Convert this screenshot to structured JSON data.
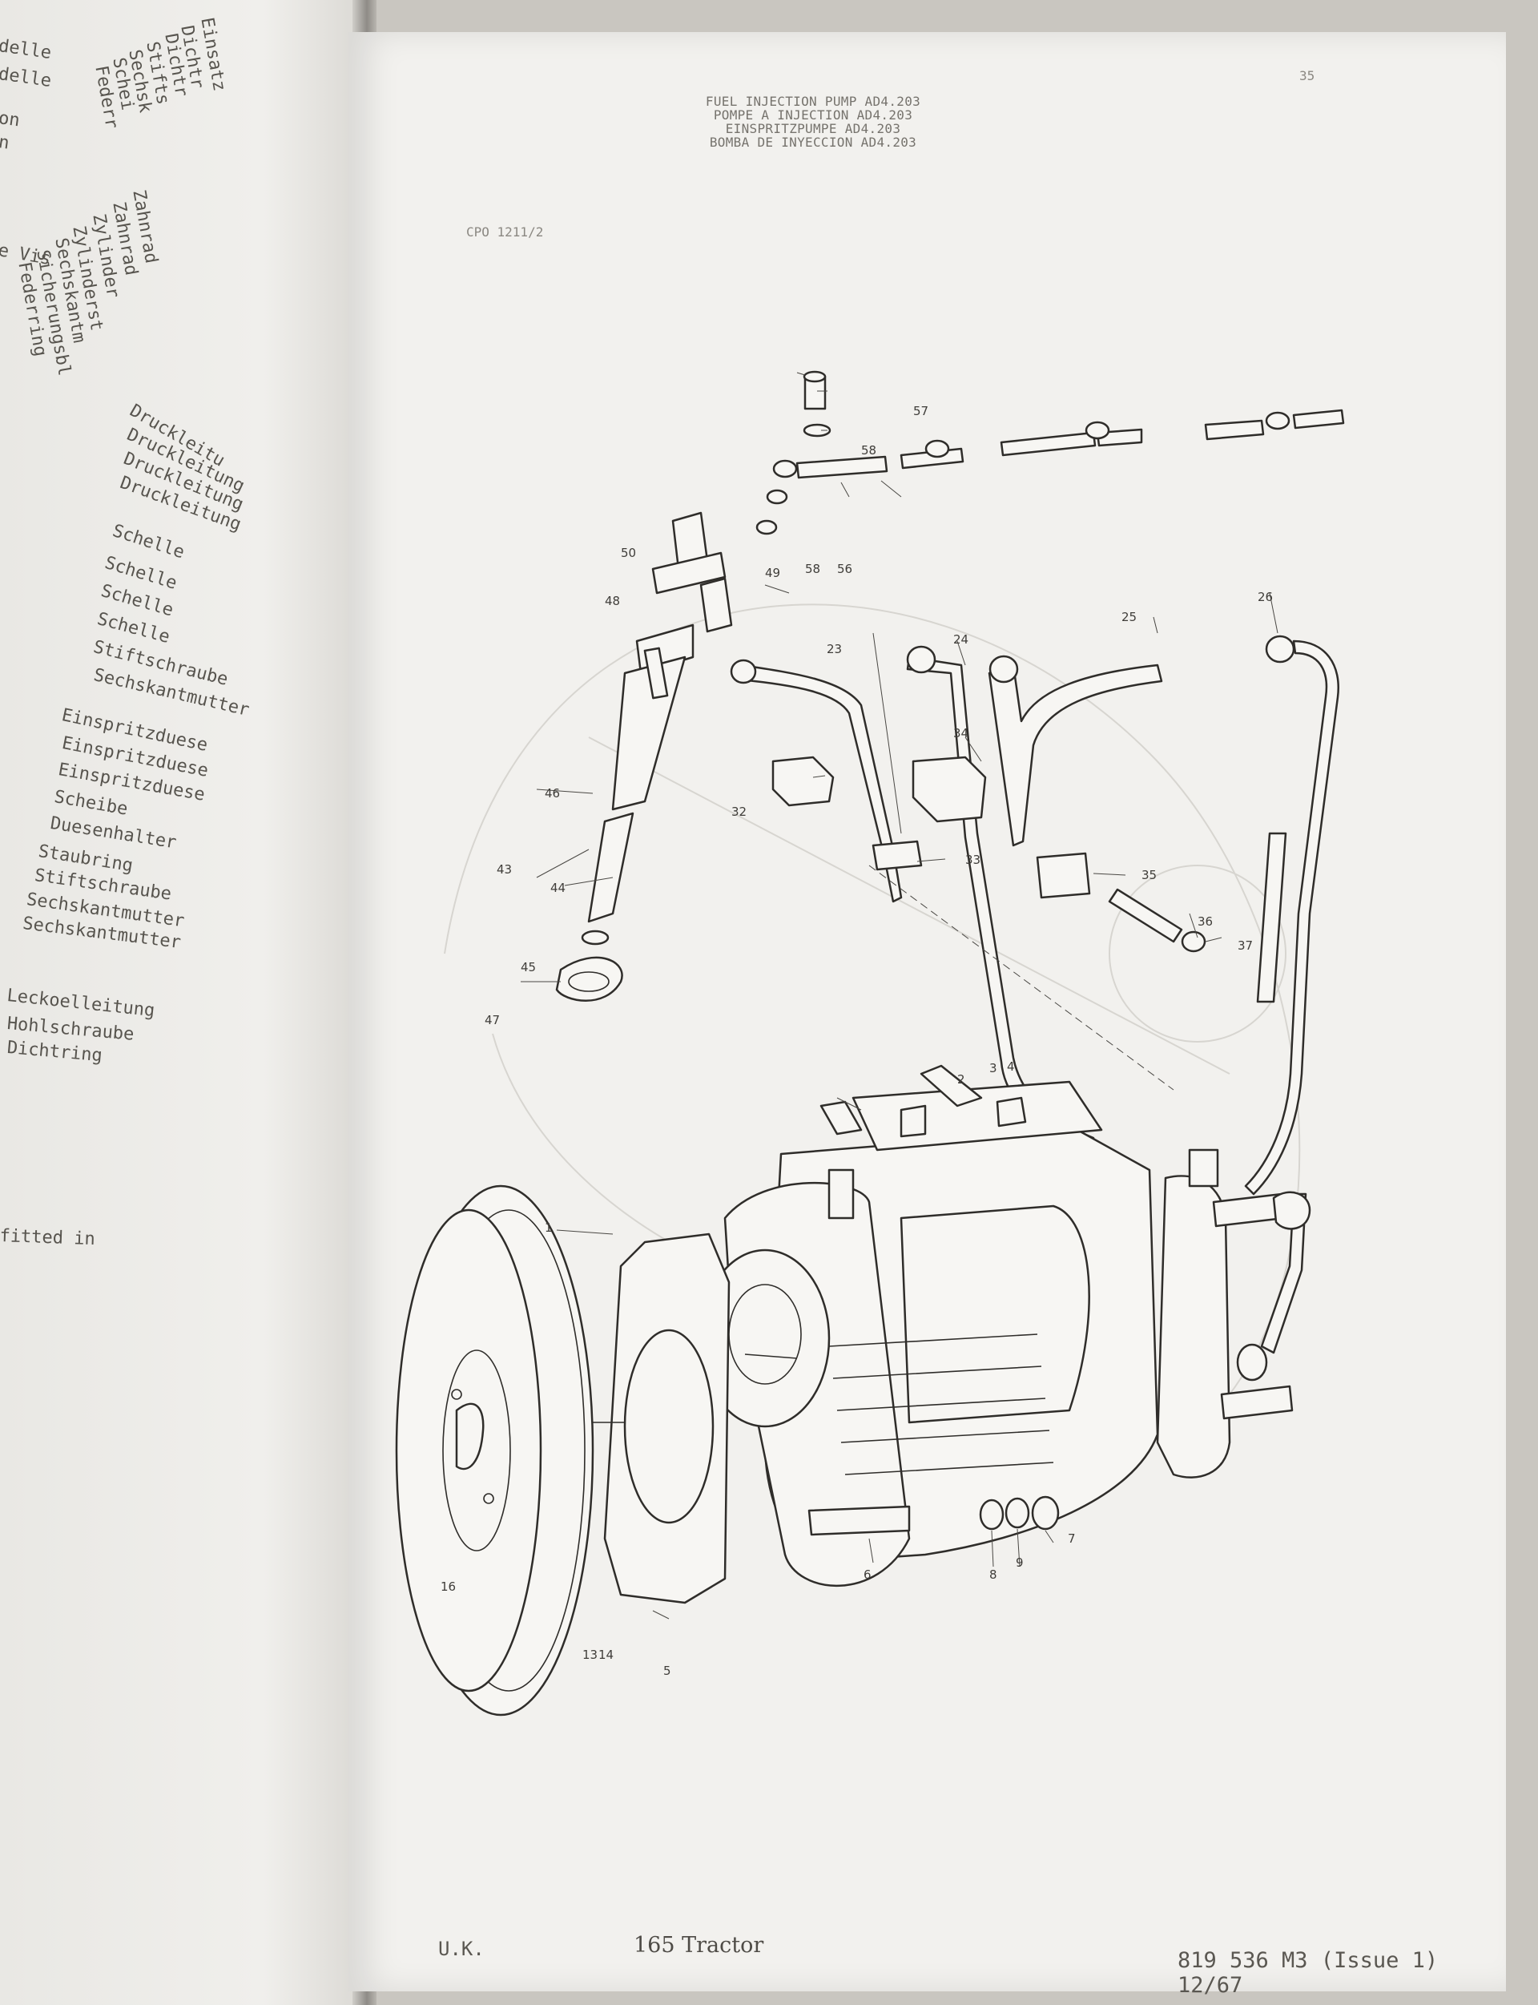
{
  "right_page": {
    "page_number": "35",
    "title_lines": [
      "FUEL INJECTION PUMP AD4.203",
      "POMPE A INJECTION AD4.203",
      "EINSPRITZPUMPE AD4.203",
      "BOMBA DE INYECCION AD4.203"
    ],
    "ref_code": "CPO 1211/2",
    "callouts": [
      "57",
      "58",
      "56",
      "58",
      "49",
      "50",
      "48",
      "23",
      "24",
      "25",
      "26",
      "34",
      "32",
      "33",
      "35",
      "36",
      "37",
      "46",
      "43",
      "44",
      "45",
      "47",
      "2",
      "3",
      "4",
      "1",
      "16",
      "13",
      "14",
      "5",
      "6",
      "8",
      "9",
      "7"
    ],
    "footer": {
      "left": "U.K.",
      "center": "165 Tractor",
      "right": "819 536 M3 (Issue 1) 12/67"
    }
  },
  "left_page": {
    "lines": [
      "Einsatz",
      "delle",
      "Dichtr",
      "delle",
      "Dichtr",
      "on",
      "Stifts",
      "n",
      "Sechsk",
      "Schei",
      "Federr",
      "Zahnrad",
      "Zahnrad",
      "e Vis",
      "Zylinder",
      "Zylinderst",
      "Sechskantm",
      "Sicherungsbl",
      "Federring",
      "Druckleitu",
      "Druckleitung",
      "Druckleitung",
      "Druckleitung",
      "Schelle",
      "Schelle",
      "Schelle",
      "Schelle",
      "Stiftschraube",
      "Sechskantmutter",
      "Einspritzduese",
      "Einspritzduese",
      "Einspritzduese",
      "Scheibe",
      "Duesenhalter",
      "Staubring",
      "Stiftschraube",
      "Sechskantmutter",
      "Sechskantmutter",
      "Leckoelleitung",
      "Hohlschraube",
      "Dichtring",
      "fitted in"
    ]
  }
}
